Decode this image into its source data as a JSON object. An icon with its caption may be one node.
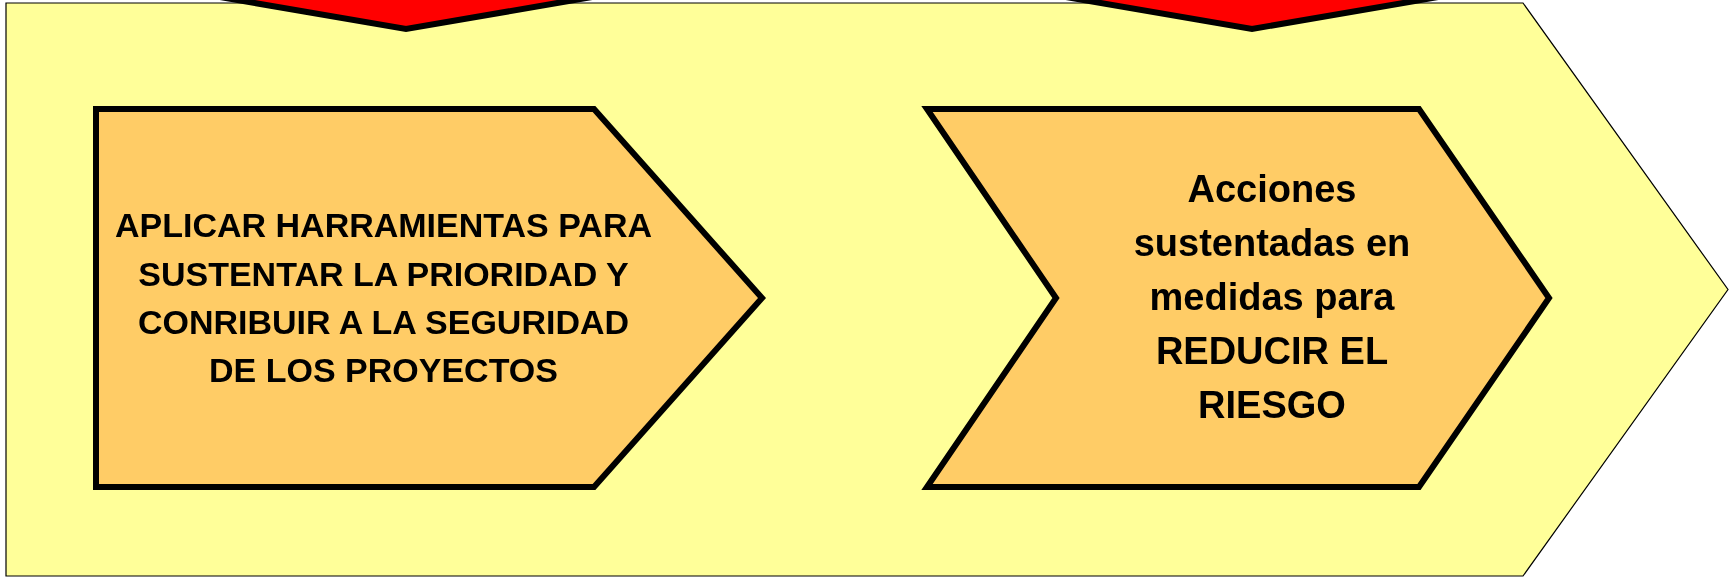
{
  "diagram": {
    "nodes": [
      {
        "text": [],
        "shape": "arrow"
      },
      {
        "text": [],
        "shape": "triangle"
      },
      {
        "text": [],
        "shape": "triangle"
      },
      {
        "text": [
          "APLICAR HARRAMIENTAS PARA SUSTENTAR LA PRIORIDAD Y CONRIBUIR A LA SEGURIDAD DE LOS PROYECTOS"
        ],
        "in": 0
      },
      {
        "text": [
          "Acciones sustentadas en medidas para REDUCIR EL RIESGO"
        ],
        "in": 0
      }
    ]
  }
}
